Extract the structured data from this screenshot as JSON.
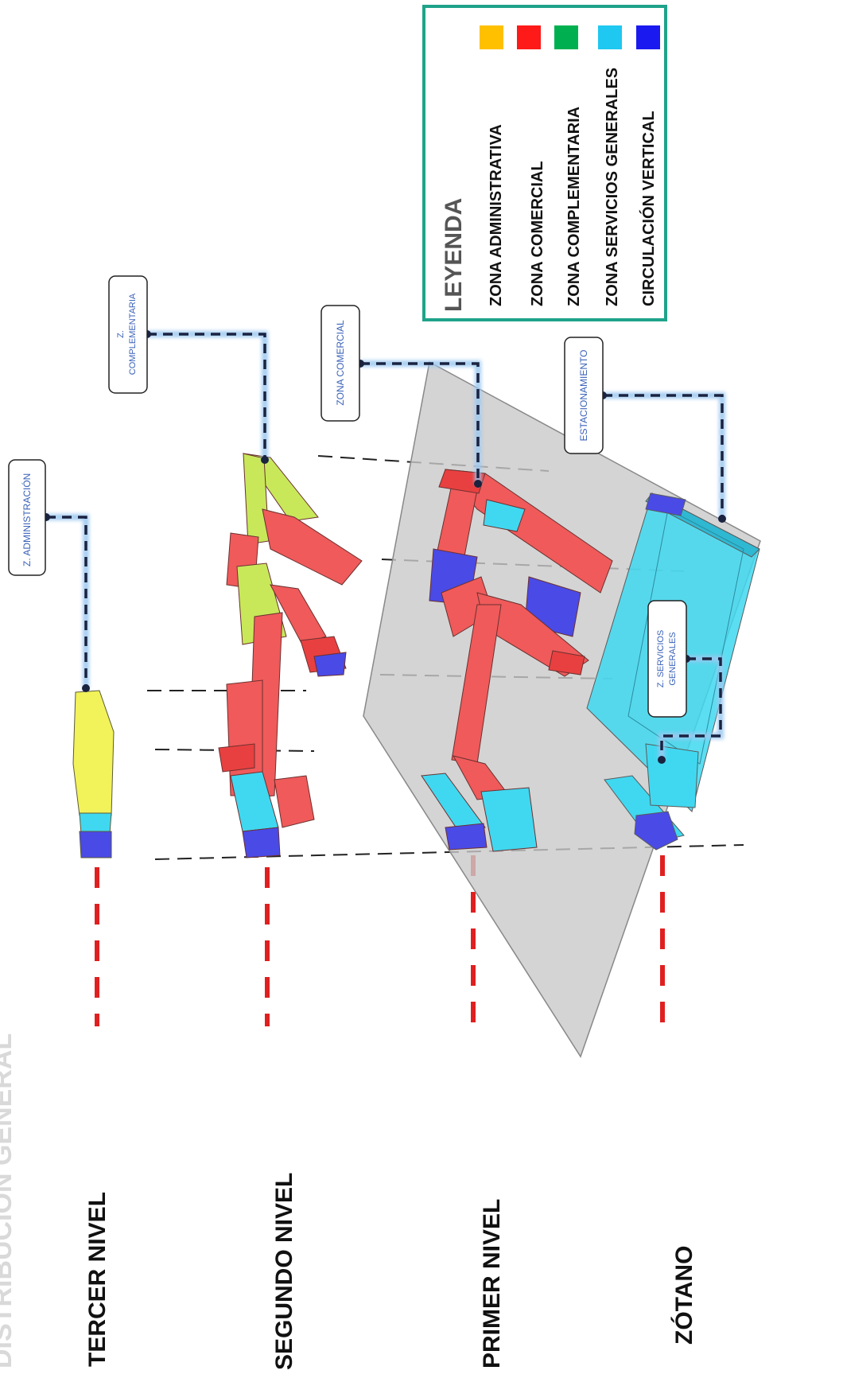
{
  "legend": {
    "title": "LEYENDA",
    "items": [
      {
        "label": "ZONA ADMINISTRATIVA",
        "color": "#FFC000"
      },
      {
        "label": "ZONA COMERCIAL",
        "color": "#FF1A1A"
      },
      {
        "label": "ZONA COMPLEMENTARIA",
        "color": "#00B050"
      },
      {
        "label": "ZONA SERVICIOS GENERALES",
        "color": "#1EC8F0"
      },
      {
        "label": "CIRCULACIÓN VERTICAL",
        "color": "#1A1AF0"
      }
    ],
    "border_color": "#1FA38A"
  },
  "levels": {
    "tercer": "TERCER NIVEL",
    "segundo": "SEGUNDO NIVEL",
    "primer": "PRIMER NIVEL",
    "zotano": "ZÓTANO"
  },
  "callouts": {
    "administracion": "Z. ADMINISTRACIÓN",
    "complementaria_1": "Z.",
    "complementaria_2": "COMPLEMENTARIA",
    "comercial": "ZONA COMERCIAL",
    "estacionamiento": "ESTACIONAMIENTO",
    "servicios_1": "Z. SERVICIOS",
    "servicios_2": "GENERALES"
  },
  "header_fragment": "DISTRIBUCIÓN GENERAL",
  "colors": {
    "administrativa_fill": "#F2F25A",
    "complementaria_fill": "#C8E85A",
    "comercial_fill": "#F05A5A",
    "servicios_fill": "#40D8F0",
    "circulacion_fill": "#4A4AE6",
    "level_dash": "#E02020",
    "callout_line": "#1A2340",
    "callout_glow": "#9CC8F0",
    "callout_text": "#3A62B8"
  }
}
